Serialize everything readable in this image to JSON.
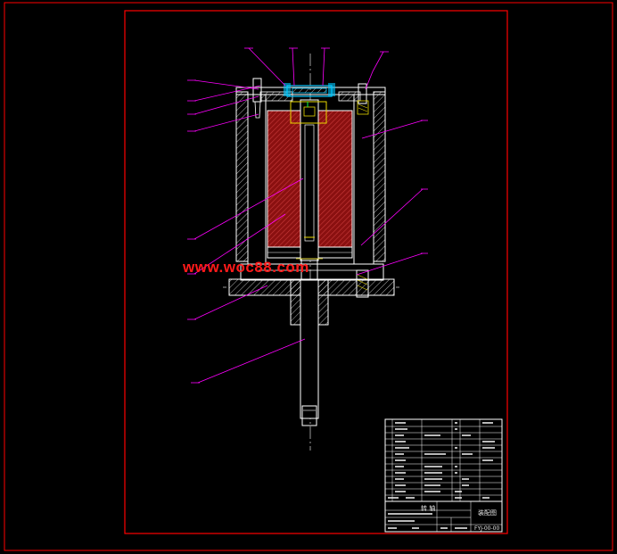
{
  "colors": {
    "background": "#000000",
    "frame": "#ff0000",
    "outline": "#ffffff",
    "leader": "#ff00ff",
    "hatch_core": "#a01414",
    "highlight": "#00c8ff",
    "yellow": "#e8d800",
    "green": "#00ff40"
  },
  "watermark": "www.woc88.com",
  "title_block": {
    "name_cn": "转 轴",
    "assembly_cn": "装配图",
    "drawing_no": "FYJ-00-00"
  }
}
